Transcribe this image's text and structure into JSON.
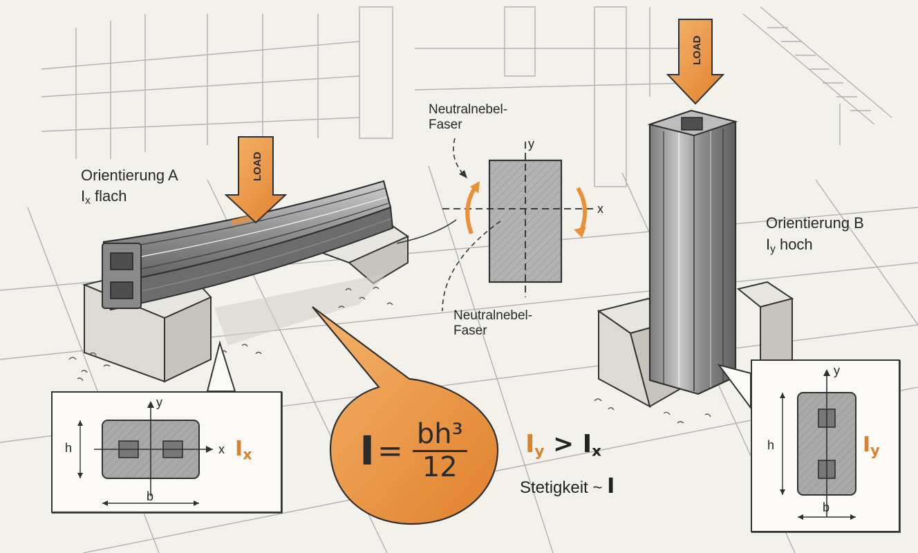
{
  "labels": {
    "orientation_a": "Orientierung A",
    "orientation_a_moment_symbol": "I",
    "orientation_a_moment_sub": "x",
    "orientation_a_desc": "flach",
    "orientation_b": "Orientierung B",
    "orientation_b_moment_symbol": "I",
    "orientation_b_moment_sub": "y",
    "orientation_b_desc": "hoch",
    "neutral_fiber_top_1": "Neutralnebel-",
    "neutral_fiber_top_2": "Faser",
    "neutral_fiber_bottom_1": "Neutralnebel-",
    "neutral_fiber_bottom_2": "Faser",
    "load": "LOAD"
  },
  "axes": {
    "x": "x",
    "y": "y",
    "h": "h",
    "b": "b"
  },
  "panel_a": {
    "moment_symbol": "I",
    "moment_sub": "x"
  },
  "panel_b": {
    "moment_symbol": "I",
    "moment_sub": "y"
  },
  "formula": {
    "lhs": "I",
    "eq": "=",
    "numerator": "bh³",
    "denominator": "12"
  },
  "comparison": {
    "left_symbol": "I",
    "left_sub": "y",
    "operator": ">",
    "right_symbol": "I",
    "right_sub": "x",
    "stiffness_text": "Stetigkeit ~",
    "stiffness_symbol": "I"
  },
  "colors": {
    "accent_orange": "#e8913a",
    "accent_orange_dark": "#c46a1d",
    "metal": "#9a9a9a",
    "metal_dark": "#5e5e5e",
    "line": "#2f2f2f",
    "paper": "#f3f1ec"
  }
}
